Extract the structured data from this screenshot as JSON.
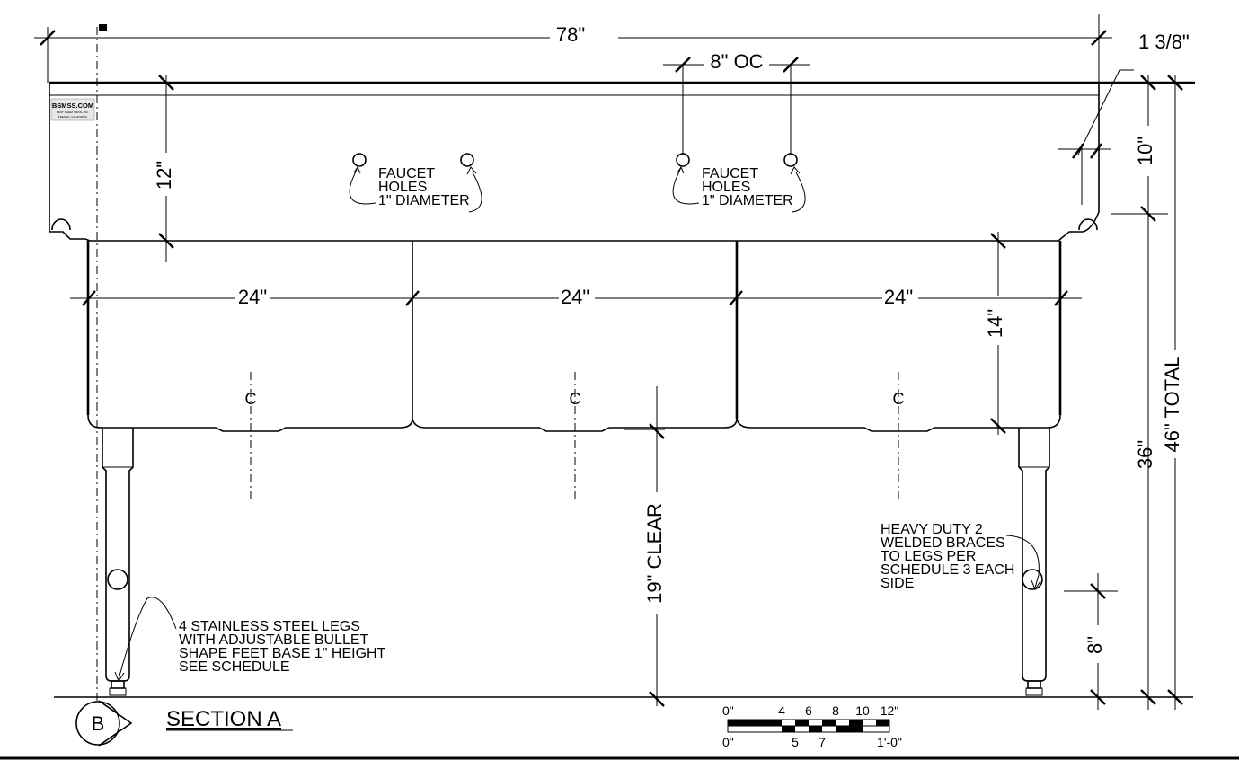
{
  "dimensions": {
    "overall_width": "78\"",
    "edge_thickness": "1 3/8\"",
    "faucet_spacing": "8\" OC",
    "backsplash_height": "12\"",
    "backsplash_top": "10\"",
    "bowl1_width": "24\"",
    "bowl2_width": "24\"",
    "bowl3_width": "24\"",
    "bowl_depth": "14\"",
    "clearance": "19\" CLEAR",
    "work_height": "36\"",
    "total_height": "46\" TOTAL",
    "brace_height": "8\""
  },
  "notes": {
    "faucet_left": [
      "FAUCET",
      "HOLES",
      "1\" DIAMETER"
    ],
    "faucet_right": [
      "FAUCET",
      "HOLES",
      "1\" DIAMETER"
    ],
    "legs": [
      "4 STAINLESS STEEL LEGS",
      "WITH ADJUSTABLE BULLET",
      "SHAPE FEET BASE 1\" HEIGHT",
      "SEE SCHEDULE"
    ],
    "braces": [
      "HEAVY DUTY 2",
      "WELDED BRACES",
      "TO LEGS PER",
      "SCHEDULE 3 EACH",
      "SIDE"
    ]
  },
  "centerline_symbol": "C",
  "logo": {
    "text": "BSMSS.COM",
    "subtext_1": "BEST SHEET METAL INC.",
    "subtext_2": "FRESNO, CALIFORNIA"
  },
  "section": {
    "marker": "B",
    "title": "SECTION A"
  },
  "scale_bar": {
    "top_labels": [
      "0\"",
      "4",
      "6",
      "8",
      "10",
      "12\""
    ],
    "bottom_labels": [
      "0\"",
      "5",
      "7",
      "1'-0\""
    ]
  }
}
